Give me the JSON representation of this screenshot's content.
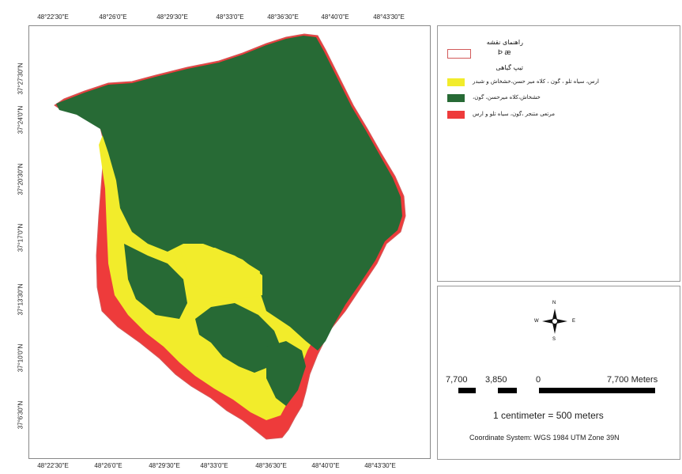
{
  "map": {
    "top_ticks": [
      "48°22'30\"E",
      "48°26'0\"E",
      "48°29'30\"E",
      "48°33'0\"E",
      "48°36'30\"E",
      "48°40'0\"E",
      "48°43'30\"E"
    ],
    "bottom_ticks": [
      "48°22'30\"E",
      "48°26'0\"E",
      "48°29'30\"E",
      "48°33'0\"E",
      "48°36'30\"E",
      "48°40'0\"E",
      "48°43'30\"E"
    ],
    "left_ticks": [
      "37°27'30\"N",
      "37°24'0\"N",
      "37°20'30\"N",
      "37°17'0\"N",
      "37°13'30\"N",
      "37°10'0\"N",
      "37°6'30\"N"
    ],
    "colors": {
      "green": "#276a35",
      "yellow": "#f2ec2b",
      "red": "#ee3b3b",
      "border": "#d25a5a"
    }
  },
  "legend": {
    "title": "راهنمای نقشه",
    "boundary_symbols": "Þ  æ",
    "section_title": "تیپ گیاهی",
    "items": [
      {
        "label": "ارس، سیاه تلو ، گون ، کلاه میر حسن،خشخاش و شبدر",
        "color": "#f2ec2b"
      },
      {
        "label": "خشخاش،کلاه میرحسن، گون،",
        "color": "#276a35"
      },
      {
        "label": "مرتعی متنجر ،گون، سیاه تلو و ارس",
        "color": "#ee3b3b"
      }
    ]
  },
  "scale": {
    "labels": [
      "7,700",
      "3,850",
      "0",
      "7,700 Meters"
    ],
    "ratio": "1 centimeter = 500 meters",
    "coord_system": "Coordinate System: WGS 1984 UTM Zone 39N",
    "north": {
      "n": "N",
      "s": "S",
      "e": "E",
      "w": "W"
    }
  }
}
